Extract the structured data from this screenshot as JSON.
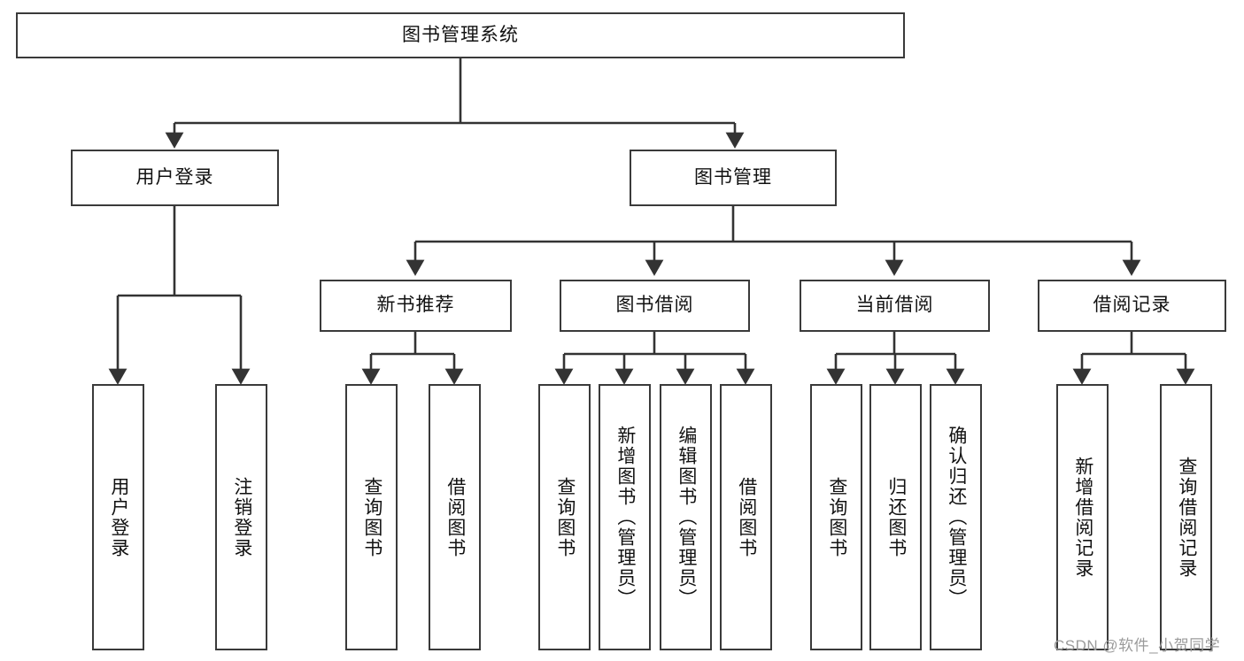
{
  "diagram": {
    "title": "图书管理系统",
    "type": "tree-hierarchy-diagram",
    "colors": {
      "background": "#ffffff",
      "box_border": "#3a3a3a",
      "box_fill": "#ffffff",
      "connector": "#333333",
      "text": "#111111",
      "watermark": "#9b9b9b"
    },
    "levels": {
      "root": {
        "label": "图书管理系统",
        "orientation": "horizontal"
      },
      "level2": [
        {
          "label": "用户登录",
          "orientation": "horizontal"
        },
        {
          "label": "图书管理",
          "orientation": "horizontal"
        }
      ],
      "level3": [
        {
          "label": "新书推荐",
          "orientation": "horizontal"
        },
        {
          "label": "图书借阅",
          "orientation": "horizontal"
        },
        {
          "label": "当前借阅",
          "orientation": "horizontal"
        },
        {
          "label": "借阅记录",
          "orientation": "horizontal"
        }
      ],
      "leaves": {
        "user_login": [
          {
            "label": "用户登录",
            "orientation": "vertical"
          },
          {
            "label": "注销登录",
            "orientation": "vertical"
          }
        ],
        "new_book_recommend": [
          {
            "label": "查询图书",
            "orientation": "vertical"
          },
          {
            "label": "借阅图书",
            "orientation": "vertical"
          }
        ],
        "book_borrow": [
          {
            "label": "查询图书",
            "orientation": "vertical"
          },
          {
            "label": "新增图书（管理员）",
            "orientation": "vertical"
          },
          {
            "label": "编辑图书（管理员）",
            "orientation": "vertical"
          },
          {
            "label": "借阅图书",
            "orientation": "vertical"
          }
        ],
        "current_borrow": [
          {
            "label": "查询图书",
            "orientation": "vertical"
          },
          {
            "label": "归还图书",
            "orientation": "vertical"
          },
          {
            "label": "确认归还（管理员）",
            "orientation": "vertical"
          }
        ],
        "borrow_record": [
          {
            "label": "新增借阅记录",
            "orientation": "vertical"
          },
          {
            "label": "查询借阅记录",
            "orientation": "vertical"
          }
        ]
      }
    },
    "watermark": "CSDN @软件_小贺同学"
  }
}
